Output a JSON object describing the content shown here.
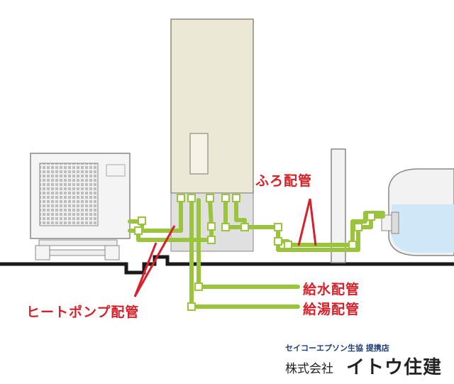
{
  "labels": {
    "furo": "ふろ配管",
    "kyusui": "給水配管",
    "kyuto": "給湯配管",
    "heatpump": "ヒートポンプ配管"
  },
  "logo": {
    "subtitle": "セイコーエプソン生協 提携店",
    "corp": "株式会社",
    "name": "イトウ住建"
  },
  "colors": {
    "pipe": "#9ac43b",
    "label": "#d8202a",
    "unit": "#ece8d6",
    "bath_water": "#cfe8f8",
    "logo_green": "#5d9968"
  }
}
